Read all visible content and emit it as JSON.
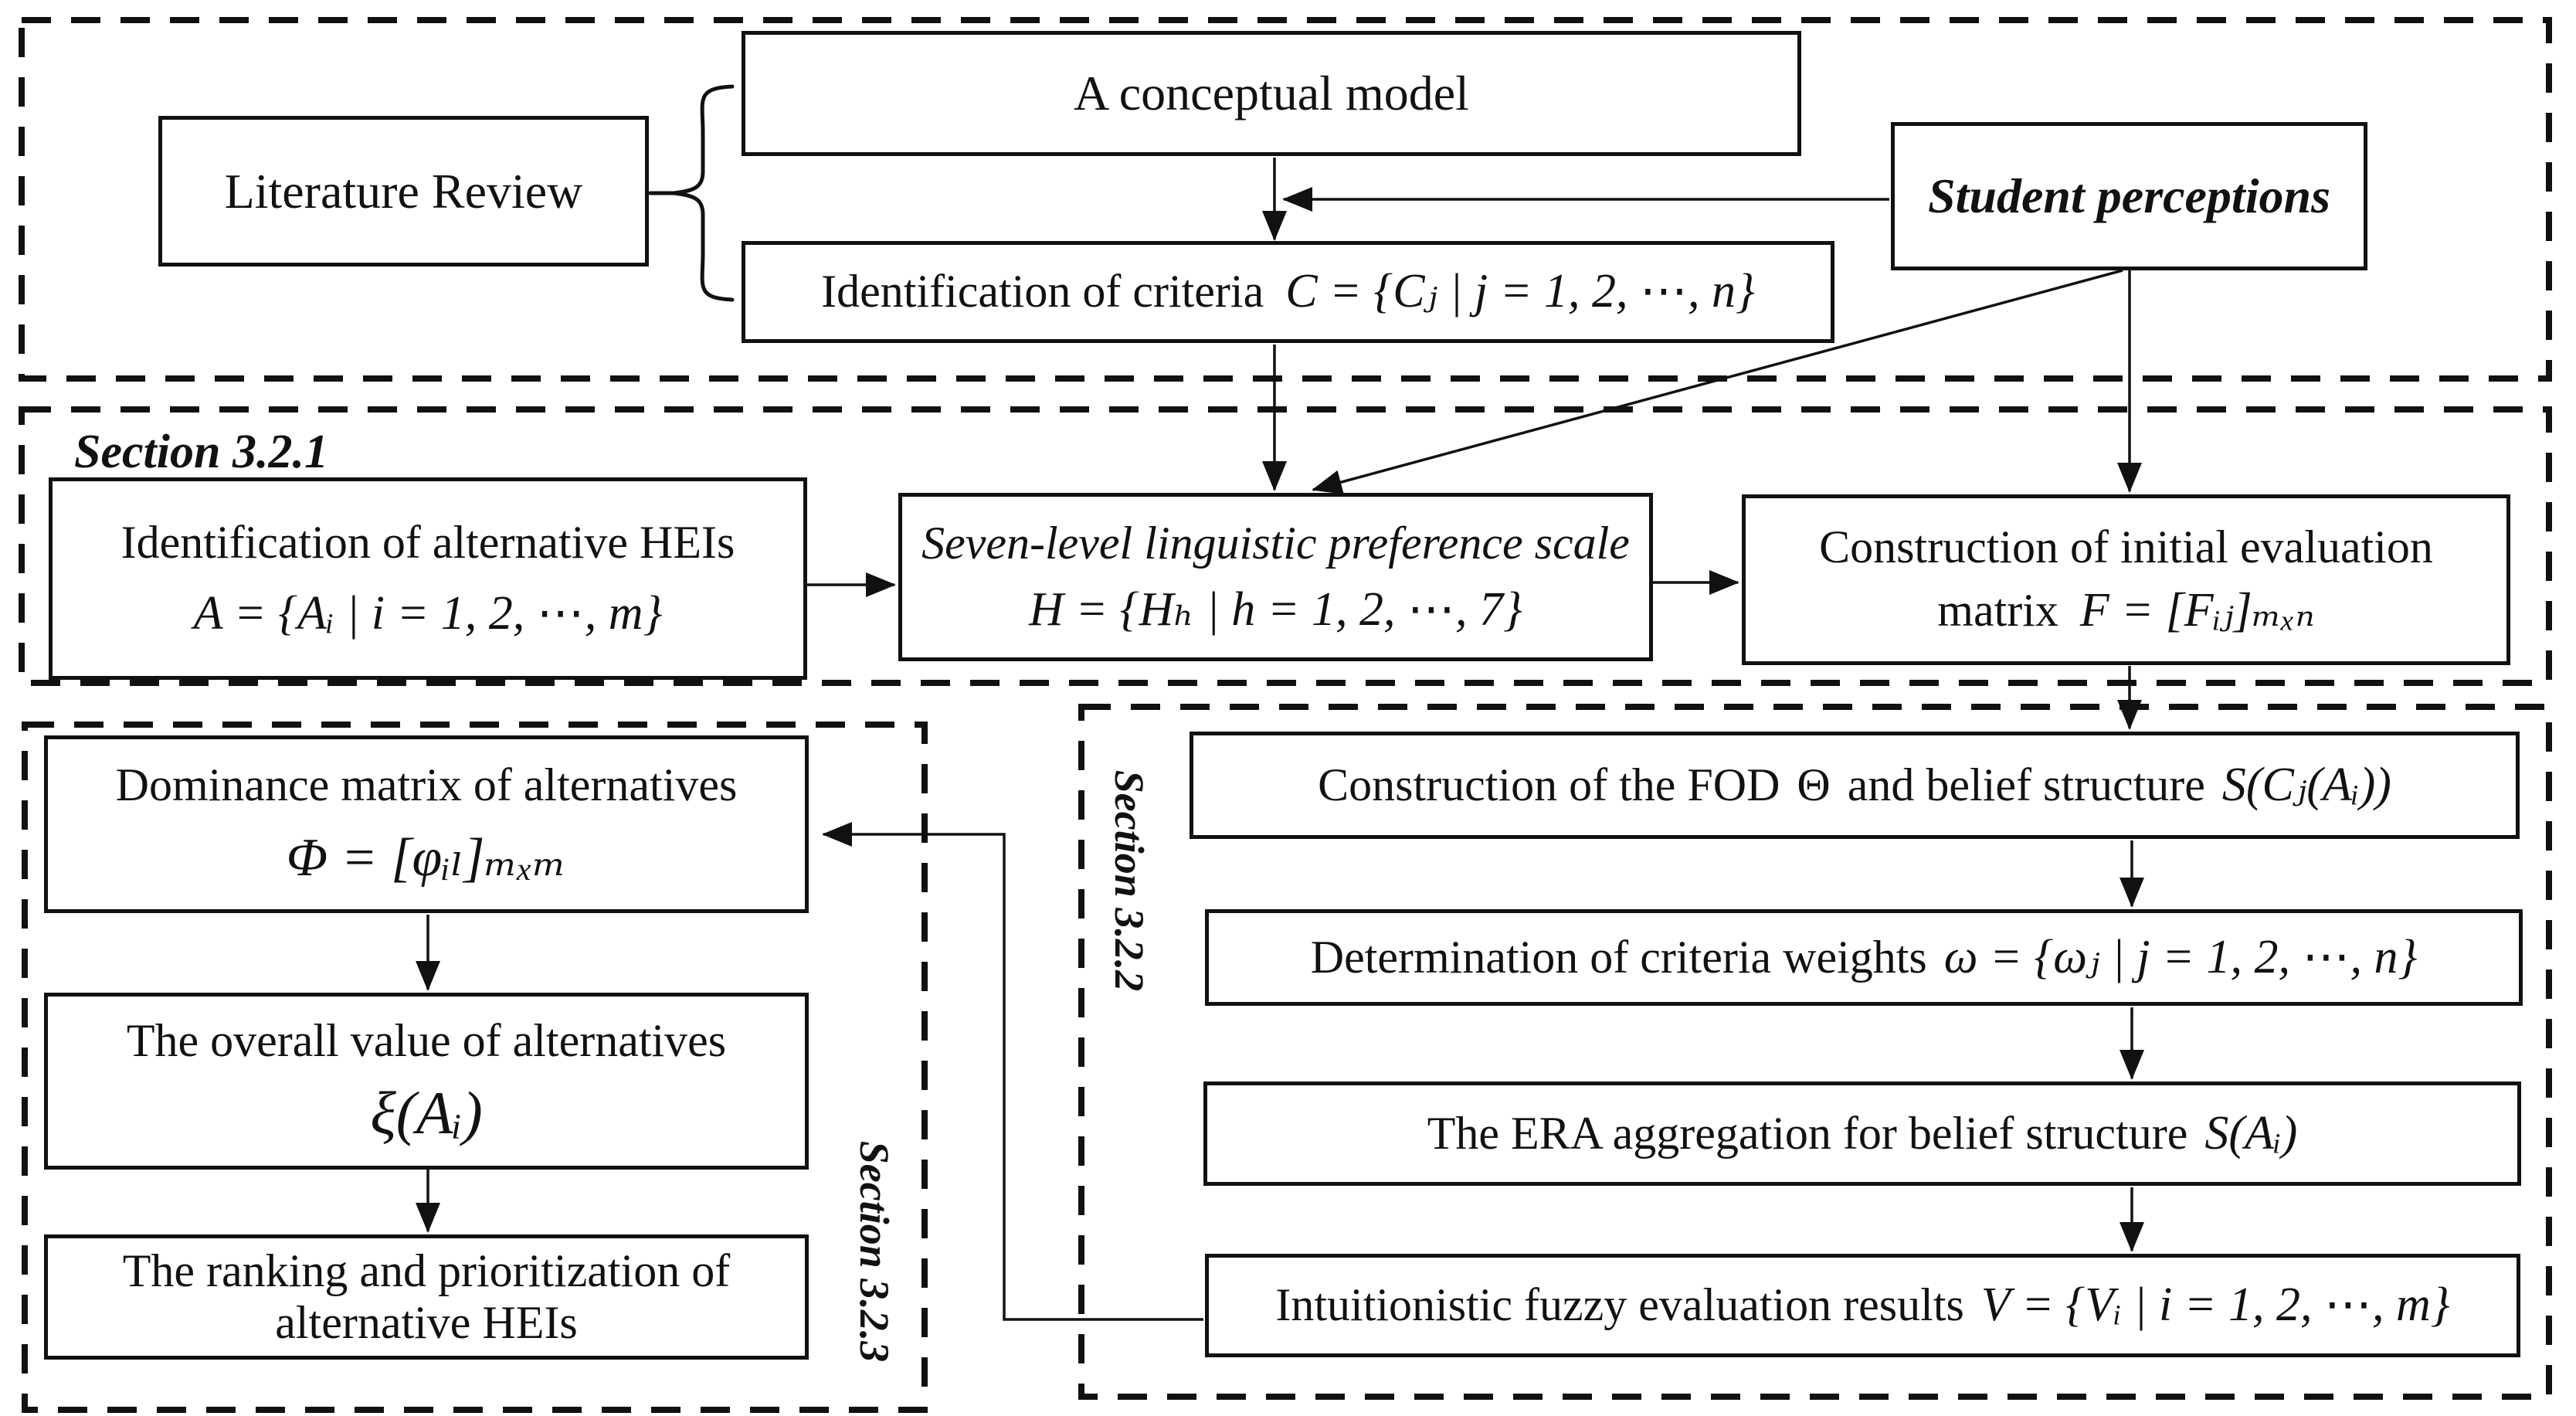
{
  "colors": {
    "ink": "#111111",
    "background": "#ffffff"
  },
  "top": {
    "literature_review": "Literature Review",
    "conceptual_model": "A conceptual model",
    "criteria_label": "Identification of criteria",
    "criteria_formula": "C = {Cⱼ | j = 1, 2, ⋯, n}",
    "student_perceptions": "Student perceptions"
  },
  "section_3_2_1": {
    "label": "Section 3.2.1",
    "hei_title": "Identification of alternative HEIs",
    "hei_formula": "A = {Aᵢ | i = 1, 2, ⋯, m}",
    "scale_title": "Seven-level linguistic preference scale",
    "scale_formula": "H = {Hₕ | h = 1, 2, ⋯, 7}",
    "matrix_title": "Construction of initial evaluation",
    "matrix_word": "matrix",
    "matrix_formula": "F = [Fᵢⱼ]ₘₓₙ"
  },
  "section_3_2_2": {
    "label": "Section 3.2.2",
    "fod_text1": "Construction of the FOD",
    "fod_theta": "Θ",
    "fod_text2": "and belief structure",
    "fod_formula": "S(Cⱼ(Aᵢ))",
    "weights_text": "Determination of criteria weights",
    "weights_formula": "ω = {ωⱼ | j = 1, 2, ⋯, n}",
    "era_text": "The ERA aggregation for belief structure",
    "era_formula": "S(Aᵢ)",
    "ifs_text": "Intuitionistic fuzzy evaluation results",
    "ifs_formula": "V = {Vᵢ | i = 1, 2, ⋯, m}"
  },
  "section_3_2_3": {
    "label": "Section 3.2.3",
    "dominance_title": "Dominance matrix of alternatives",
    "dominance_formula": "Φ = [φᵢₗ]ₘₓₘ",
    "overall_title": "The overall value of alternatives",
    "overall_formula": "ξ(Aᵢ)",
    "ranking_line1": "The ranking and prioritization of",
    "ranking_line2": "alternative HEIs"
  }
}
